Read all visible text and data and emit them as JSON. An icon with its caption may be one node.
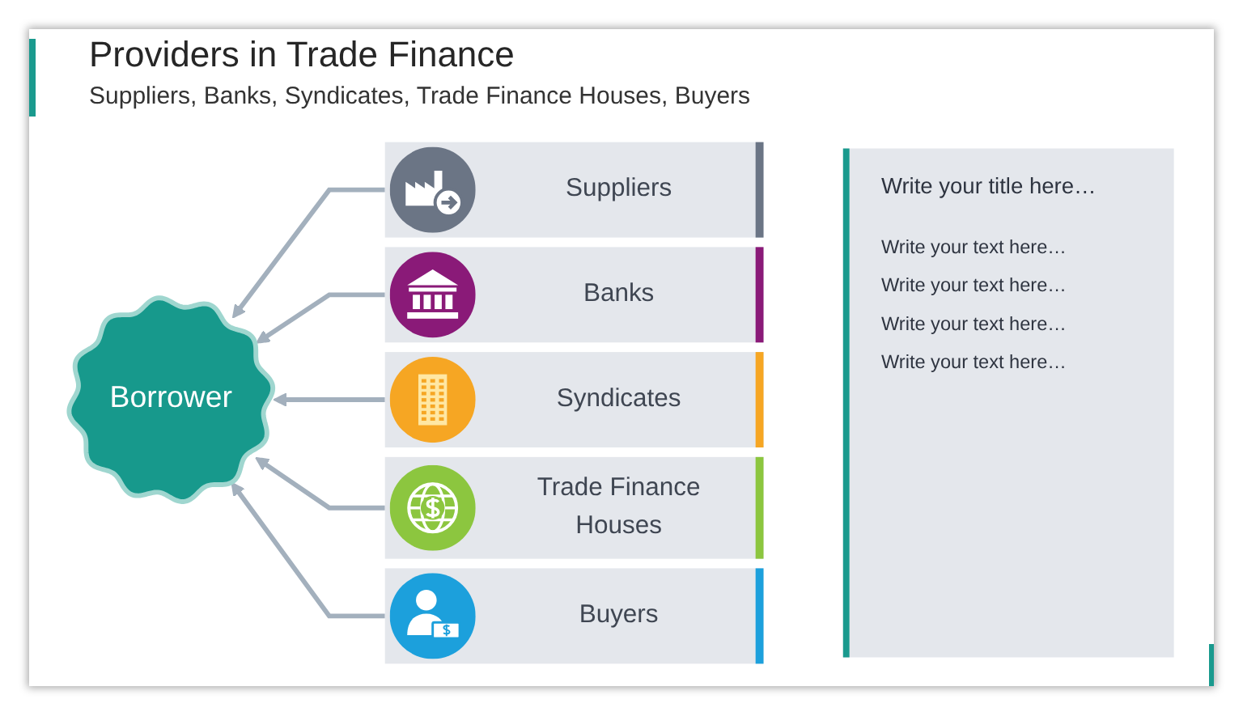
{
  "diagram": {
    "title": "Providers in Trade Finance",
    "nodes": [
      {
        "text": [
          "Borrower"
        ]
      },
      {
        "text": [
          "Suppliers"
        ]
      },
      {
        "text": [
          "Banks"
        ]
      },
      {
        "text": [
          "Syndicates"
        ]
      },
      {
        "text": [
          "Trade Finance Houses"
        ]
      },
      {
        "text": [
          "Buyers"
        ]
      },
      {
        "text": [
          "Write your title here…",
          "Write your text here…",
          "Write your text here…",
          "Write your text here…",
          "Write your text here…"
        ]
      }
    ],
    "edges": [
      {
        "from": 1,
        "to": 0,
        "arrow": "to"
      },
      {
        "from": 2,
        "to": 0,
        "arrow": "to"
      },
      {
        "from": 3,
        "to": 0,
        "arrow": "to"
      },
      {
        "from": 4,
        "to": 0,
        "arrow": "to"
      },
      {
        "from": 5,
        "to": 0,
        "arrow": "to"
      }
    ],
    "labels": [
      "Suppliers, Banks, Syndicates, Trade Finance Houses, Buyers"
    ]
  }
}
